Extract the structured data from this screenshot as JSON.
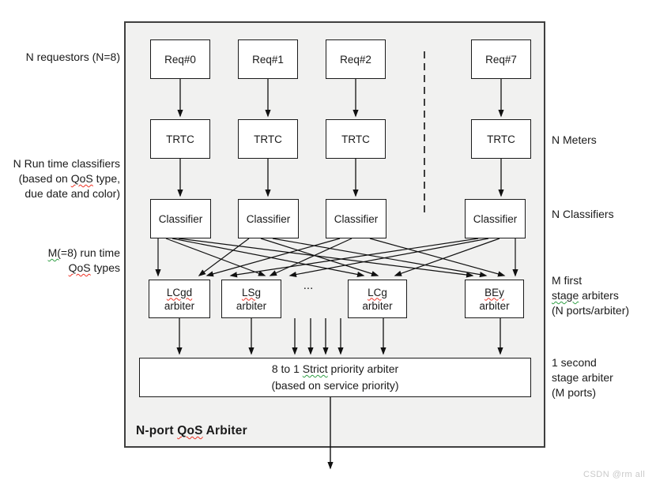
{
  "watermark": "CSDN @rm all",
  "colors": {
    "panel_bg": "#f1f1f0",
    "panel_border": "#3f3f3f",
    "box_border": "#1a1a1a",
    "arrow": "#111111",
    "squiggle_red": "#ee3124",
    "squiggle_green": "#2f9e44",
    "watermark_gray": "#c9c9c9"
  },
  "left_labels": {
    "requestors": {
      "lines": [
        [
          {
            "t": "N requestors (N=8)"
          }
        ]
      ]
    },
    "runtime_classifiers": {
      "lines": [
        [
          {
            "t": "N Run time classifiers"
          }
        ],
        [
          {
            "t": "(based on "
          },
          {
            "t": "QoS",
            "sq": "red"
          },
          {
            "t": " type,"
          }
        ],
        [
          {
            "t": "due date and color)"
          }
        ]
      ]
    },
    "qos_types": {
      "lines": [
        [
          {
            "t": "M(",
            "sq": "green"
          },
          {
            "t": "=8) run time"
          }
        ],
        [
          {
            "t": "QoS",
            "sq": "red"
          },
          {
            "t": " types"
          }
        ]
      ]
    }
  },
  "right_labels": {
    "meters": {
      "lines": [
        [
          {
            "t": "N Meters"
          }
        ]
      ]
    },
    "classifiers": {
      "lines": [
        [
          {
            "t": "N Classifiers"
          }
        ]
      ]
    },
    "first_stage": {
      "lines": [
        [
          {
            "t": "M first"
          }
        ],
        [
          {
            "t": "stage",
            "sq": "green"
          },
          {
            "t": " arbiters"
          }
        ],
        [
          {
            "t": "(N ports/arbiter)"
          }
        ]
      ]
    },
    "second_stage": {
      "lines": [
        [
          {
            "t": "1 second"
          }
        ],
        [
          {
            "t": "stage arbiter"
          }
        ],
        [
          {
            "t": "(M ports)"
          }
        ]
      ]
    }
  },
  "boxes": {
    "requestors": [
      "Req#0",
      "Req#1",
      "Req#2",
      "Req#7"
    ],
    "meters": [
      "TRTC",
      "TRTC",
      "TRTC",
      "TRTC"
    ],
    "classifiers": [
      "Classifier",
      "Classifier",
      "Classifier",
      "Classifier"
    ],
    "arbiters": [
      {
        "name": [
          {
            "t": "LCgd",
            "sq": "red"
          }
        ],
        "role": "arbiter"
      },
      {
        "name": [
          {
            "t": "LSg",
            "sq": "red"
          }
        ],
        "role": "arbiter"
      },
      {
        "name": [
          {
            "t": "LCg",
            "sq": "red"
          }
        ],
        "role": "arbiter"
      },
      {
        "name": [
          {
            "t": "BEy",
            "sq": "red"
          }
        ],
        "role": "arbiter"
      }
    ],
    "ellipsis": "...",
    "strict_arbiter": {
      "lines": [
        [
          {
            "t": "8 to 1 "
          },
          {
            "t": "Strict",
            "sq": "green"
          },
          {
            "t": " priority arbiter"
          }
        ],
        [
          {
            "t": "(based on service priority)"
          }
        ]
      ]
    },
    "panel_title": [
      {
        "t": "N-port "
      },
      {
        "t": "QoS",
        "sq": "red"
      },
      {
        "t": " Arbiter"
      }
    ]
  }
}
